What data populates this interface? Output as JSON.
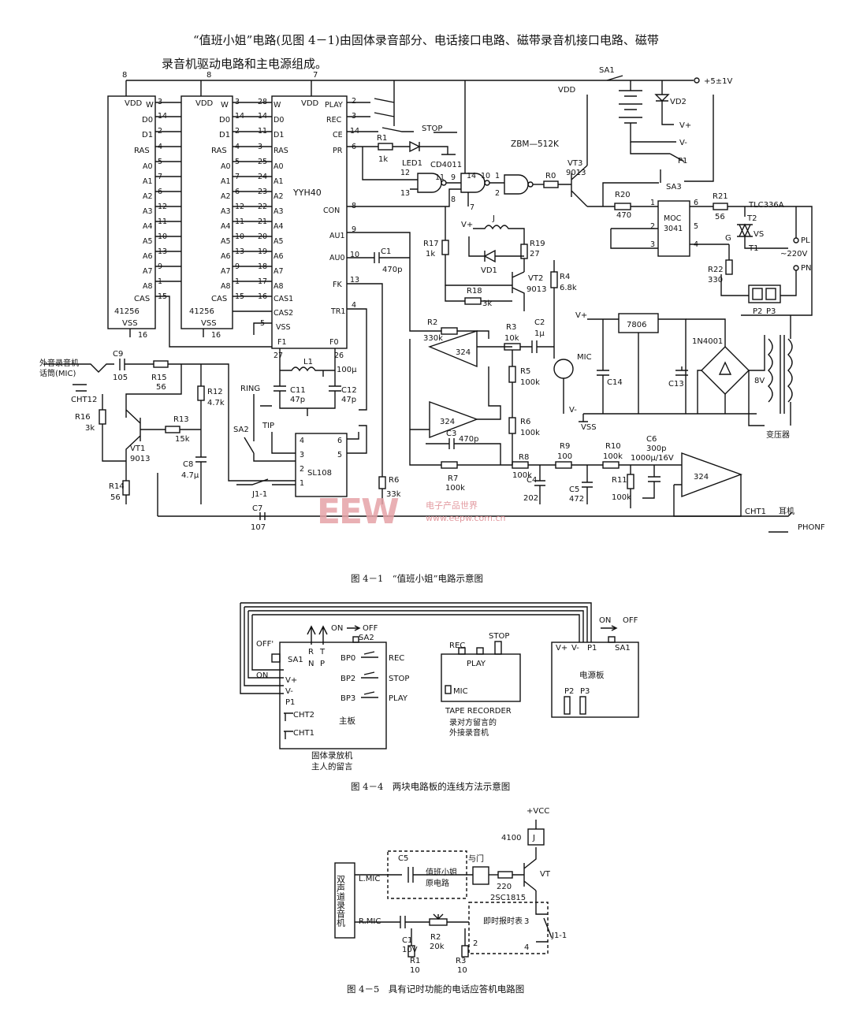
{
  "intro": {
    "line1": "“值班小姐”电路(见图 4－1)由固体录音部分、电话接口电路、磁带录音机接口电路、磁带",
    "line2": "录音机驱动电路和主电源组成。"
  },
  "figures": {
    "fig1_caption": "图 4－1　“值班小姐”电路示意图",
    "fig4_caption": "图 4－4　两块电路板的连线方法示意图",
    "fig5_caption": "图 4－5　具有记时功能的电话应答机电路图"
  },
  "watermark": {
    "logo": "EEW",
    "cn": "电子产品世界",
    "url": "www.eepw.com.cn"
  },
  "fig1": {
    "chips": {
      "ram1": "41256",
      "ram2": "41256",
      "main": "YYH40",
      "sl": "SL108",
      "moc": "MOC\n3041",
      "reg": "7806",
      "cd": "CD4011",
      "zbm": "ZBM—512K",
      "tlc": "TLC336A",
      "opamp": "324"
    },
    "labels": {
      "vdd": "VDD",
      "vss": "VSS",
      "supply": "+5±1V",
      "sa1": "SA1",
      "sa2": "SA2",
      "sa3": "SA3",
      "vd2": "VD2",
      "vplus": "V+",
      "vminus": "V-",
      "p1": "P1",
      "vt3": "VT3",
      "t9013": "9013",
      "r0": "R0",
      "r20": "R20",
      "r20v": "470",
      "r21": "R21",
      "r21v": "56",
      "vs": "VS",
      "t2": "T2",
      "t1": "T1",
      "g": "G",
      "r22": "R22",
      "r22v": "330",
      "pl": "PL",
      "pn": "PN",
      "ac": "~220V",
      "p2": "P2",
      "p3": "P3",
      "diode": "1N4001",
      "v8": "8V",
      "transformer": "变压器",
      "stop": "STOP",
      "play": "PLAY",
      "rec": "REC",
      "ce": "CE",
      "pr": "PR",
      "con": "CON",
      "au1": "AU1",
      "au0": "AU0",
      "fk": "FK",
      "tr1": "TR1",
      "f1": "F1",
      "f0": "F0",
      "ras": "RAS",
      "cas": "CAS",
      "cas1": "CAS1",
      "cas2": "CAS2",
      "w": "W",
      "d0": "D0",
      "d1": "D1",
      "r1": "R1",
      "r1v": "1k",
      "led1": "LED1",
      "j": "J",
      "vd1": "VD1",
      "r17": "R17",
      "r17v": "1k",
      "r19": "R19",
      "r19v": "27",
      "vt2": "VT2",
      "r18": "R18",
      "r18v": "3k",
      "r4": "R4",
      "r4v": "6.8k",
      "c1": "C1",
      "c1v": "470p",
      "r2": "R2",
      "r2v": "330k",
      "r3": "R3",
      "r3v": "10k",
      "c2": "C2",
      "c2v": "1μ",
      "mic": "MIC",
      "r5": "R5",
      "r5v": "100k",
      "r6": "R6",
      "r6v": "100k",
      "c3": "C3",
      "c3v": "470p",
      "r7": "R7",
      "r7v": "100k",
      "r8": "R8",
      "r8v": "100k",
      "r9": "R9",
      "r9v": "100",
      "r10": "R10",
      "r10v": "100k",
      "c6": "C6",
      "c6v": "300p",
      "c6v2": "1000μ/16V",
      "r11": "R11",
      "r11v": "100k",
      "c4": "C4",
      "c4v": "202",
      "c5": "C5",
      "c5v": "472",
      "c14": "C14",
      "c13": "C13",
      "cht1": "CHT1",
      "earphone": "耳机",
      "phonf": "PHONF",
      "ext1": "外音录音机",
      "ext2": "话筒(MIC)",
      "cht12": "CHT12",
      "c9": "C9",
      "c9v": "105",
      "r15": "R15",
      "r15v": "56",
      "r12": "R12",
      "r12v": "4.7k",
      "r16": "R16",
      "r16v": "3k",
      "r13": "R13",
      "r13v": "15k",
      "vt1": "VT1",
      "r14": "R14",
      "r14v": "56",
      "c8": "C8",
      "c8v": "4.7μ",
      "j11": "J1-1",
      "c7": "C7",
      "c7v": "107",
      "ring": "RING",
      "tip": "TIP",
      "l1": "L1",
      "c11": "C11",
      "c11v": "47p",
      "c12": "C12",
      "c12v": "47p",
      "c10v": "100μ",
      "r6b": "R6",
      "r6bv": "33k"
    }
  },
  "fig4": {
    "main_board": "主板",
    "main_sub1": "固体录放机",
    "main_sub2": "主人的留言",
    "power_board": "电源板",
    "tape": "TAPE RECORDER",
    "tape_sub1": "录对方留言的",
    "tape_sub2": "外接录音机",
    "rec": "REC",
    "stop": "STOP",
    "play": "PLAY",
    "mic": "MIC",
    "bp0": "BP0",
    "bp2": "BP2",
    "bp3": "BP3",
    "on": "ON",
    "off": "OFF",
    "offp": "OFF'",
    "sa1": "SA1",
    "sa2": "SA2",
    "vplus": "V+",
    "vminus": "V-",
    "p1": "P1",
    "p2": "P2",
    "p3": "P3",
    "cht2": "CHT2",
    "cht1": "CHT1",
    "r": "R",
    "n": "N",
    "t": "T",
    "p": "P"
  },
  "fig5": {
    "vcc": "+VCC",
    "relay": "4100",
    "j": "J",
    "and_gate": "与门",
    "r220": "220",
    "transistor": "2SC1815",
    "vt": "VT",
    "tape": "双声道录音机",
    "lmic": "L.MIC",
    "rmic": "R.MIC",
    "c5": "C5",
    "orig1": "值班小姐",
    "orig2": "原电路",
    "c1": "C1",
    "c1v": "10V",
    "r2": "R2",
    "r2v": "20k",
    "timer": "即时报时表",
    "r1": "R1",
    "r1v": "10",
    "r3": "R3",
    "r3v": "10",
    "j11": "J1-1",
    "p3": "3",
    "p4": "4",
    "p2": "2"
  }
}
